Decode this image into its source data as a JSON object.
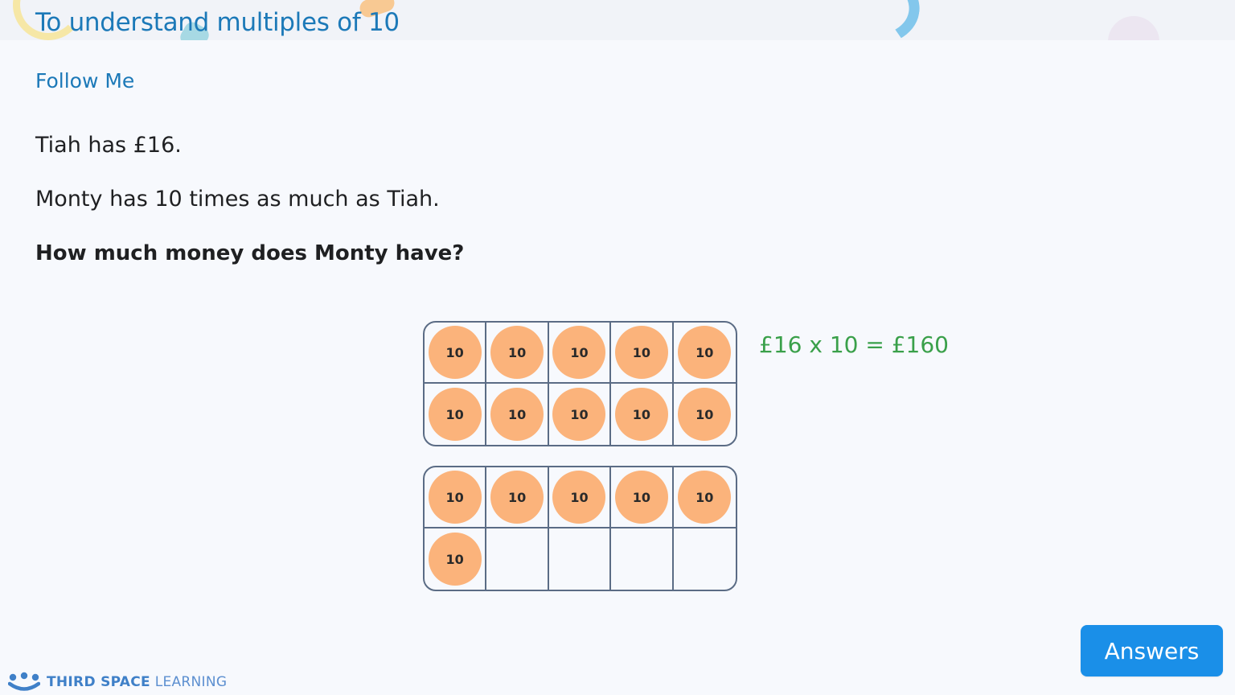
{
  "header": {
    "title": "To understand multiples of 10"
  },
  "section": {
    "label": "Follow Me"
  },
  "question": {
    "line1": "Tiah has £16.",
    "line2": "Monty has 10 times as much as Tiah.",
    "prompt": "How much money does Monty have?"
  },
  "ten_frames": [
    {
      "cells": [
        "10",
        "10",
        "10",
        "10",
        "10",
        "10",
        "10",
        "10",
        "10",
        "10"
      ]
    },
    {
      "cells": [
        "10",
        "10",
        "10",
        "10",
        "10",
        "10",
        "",
        "",
        "",
        ""
      ]
    }
  ],
  "counter_color": "#fbb37b",
  "equation": "£16 x 10 = £160",
  "equation_color": "#3aa04a",
  "answers_button": {
    "label": "Answers",
    "color": "#1a8fe8"
  },
  "footer": {
    "brand_bold": "THIRD SPACE",
    "brand_light": "LEARNING",
    "logo_icon": "third-space-learning-logo-icon"
  }
}
